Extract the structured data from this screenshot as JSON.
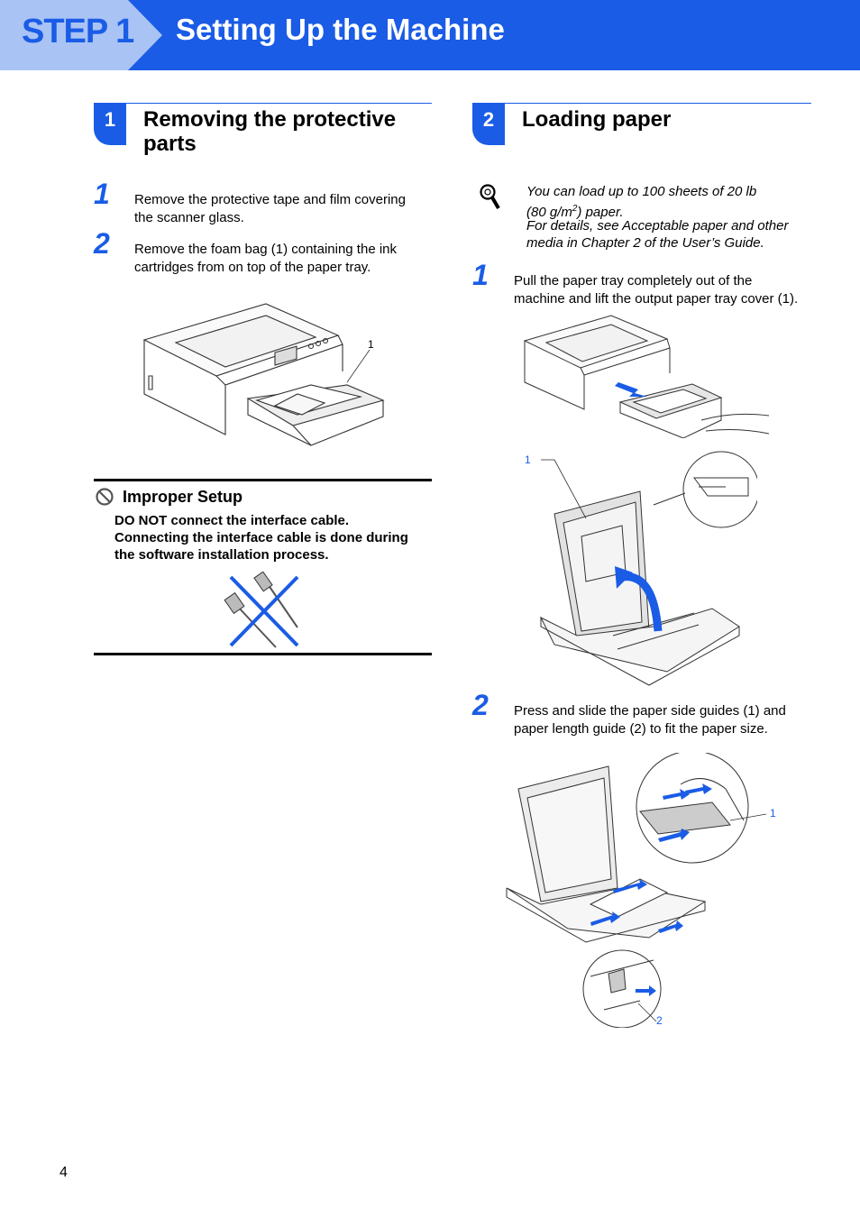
{
  "header": {
    "step_label": "STEP 1",
    "title": "Setting Up the Machine"
  },
  "section1": {
    "number": "1",
    "title_line1": "Removing the protective",
    "title_line2": "parts",
    "steps": [
      {
        "num": "1",
        "line1": "Remove the protective tape and film covering",
        "line2": "the scanner glass."
      },
      {
        "num": "2",
        "line1": "Remove the foam bag (1) containing the ink",
        "line2": "cartridges from on top of the paper tray."
      }
    ],
    "figure_callout": "1",
    "warning": {
      "title": "Improper Setup",
      "line1": "DO NOT connect the interface cable.",
      "line2": "Connecting the interface cable is done during",
      "line3": "the software installation process."
    }
  },
  "section2": {
    "number": "2",
    "title": "Loading paper",
    "note": {
      "line1": "You can load up to 100 sheets of 20 lb",
      "line2a": "(80 g/m",
      "line2sup": "2",
      "line2b": ") paper.",
      "line3": "For details, see Acceptable paper and other",
      "line4": "media in Chapter 2 of the User’s Guide."
    },
    "steps": [
      {
        "num": "1",
        "line1": "Pull the paper tray completely out of the",
        "line2": "machine and lift the output paper tray cover (1)."
      },
      {
        "num": "2",
        "line1": "Press and slide the paper side guides (1) and",
        "line2": "paper length guide (2) to fit the paper size."
      }
    ],
    "callout_cover": "1",
    "callout_side": "1",
    "callout_length": "2"
  },
  "page_number": "4",
  "colors": {
    "accent": "#1a5ce6"
  }
}
